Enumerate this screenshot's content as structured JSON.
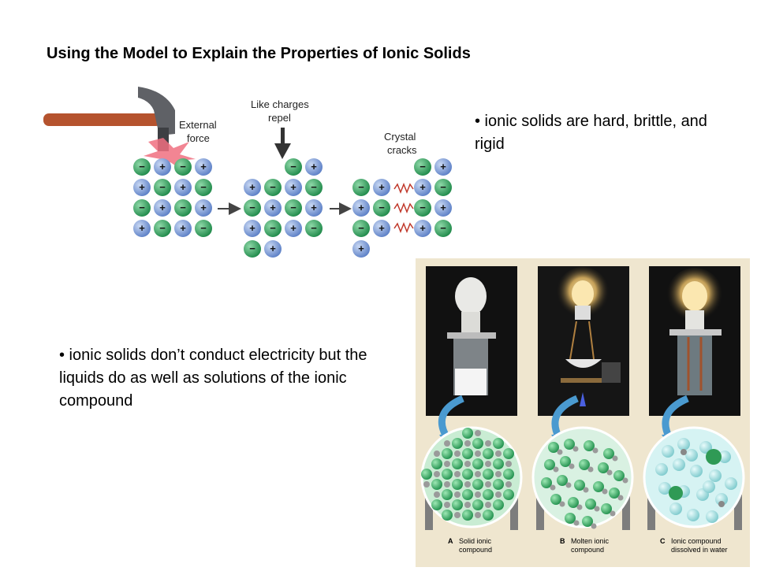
{
  "slide": {
    "title": "Using the Model to Explain the Properties of Ionic Solids",
    "bullet1": "• ionic solids are hard, brittle, and rigid",
    "bullet2": "• ionic solids don’t conduct electricity but the liquids do as well as solutions of the ionic compound"
  },
  "figure1": {
    "label_external": "External",
    "label_force": "force",
    "label_like": "Like charges",
    "label_repel": "repel",
    "label_crystal": "Crystal",
    "label_cracks": "cracks",
    "colors": {
      "cation": "#6f8fd0",
      "anion": "#2e9a5a",
      "arrow": "#444444",
      "hammer_handle": "#b5532e",
      "spark": "#f07080"
    }
  },
  "figure2": {
    "panel_a_letter": "A",
    "panel_a_line1": "Solid ionic",
    "panel_a_line2": "compound",
    "panel_b_letter": "B",
    "panel_b_line1": "Molten ionic",
    "panel_b_line2": "compound",
    "panel_c_letter": "C",
    "panel_c_line1": "Ionic compound",
    "panel_c_line2": "dissolved in water",
    "colors": {
      "background": "#efe6cf",
      "photo_bg": "#111111",
      "pointer_arrow": "#4a9ad0",
      "green_ion": "#3db26a",
      "water": "#9ed9da"
    }
  }
}
